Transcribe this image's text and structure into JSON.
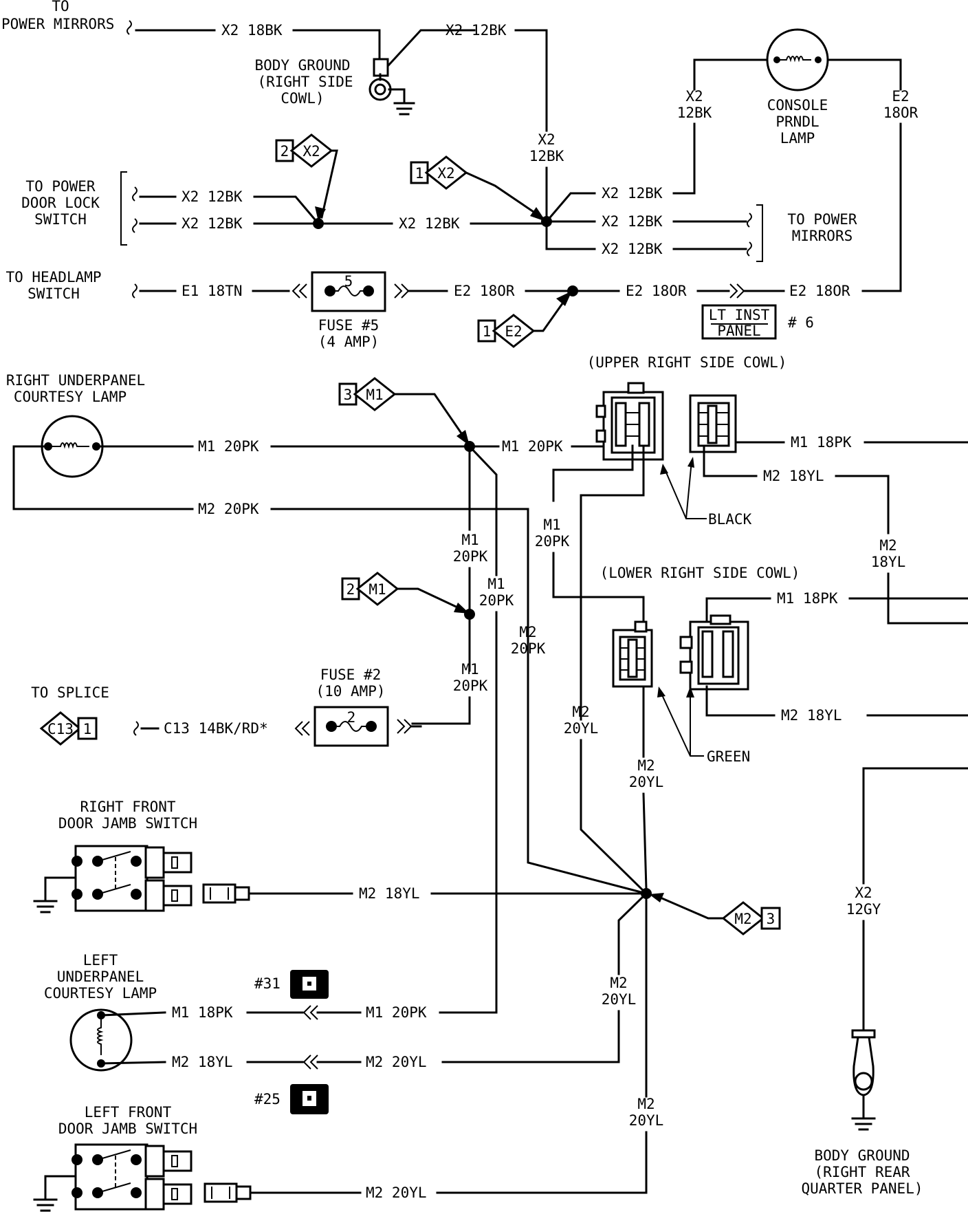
{
  "labels": {
    "to_power_mirrors_top_1": "TO",
    "to_power_mirrors_top_2": "POWER MIRRORS",
    "body_ground_1": "BODY GROUND",
    "body_ground_2": "(RIGHT SIDE",
    "body_ground_3": "COWL)",
    "console_1": "CONSOLE",
    "console_2": "PRNDL",
    "console_3": "LAMP",
    "to_pdl_1": "TO POWER",
    "to_pdl_2": "DOOR LOCK",
    "to_pdl_3": "SWITCH",
    "to_pm_right_1": "TO POWER",
    "to_pm_right_2": "MIRRORS",
    "to_headlamp_1": "TO HEADLAMP",
    "to_headlamp_2": "SWITCH",
    "fuse5_num": "5",
    "fuse5_1": "FUSE #5",
    "fuse5_2": "(4 AMP)",
    "lt_inst_1": "LT INST",
    "lt_inst_2": "PANEL",
    "lt_inst_ref": "# 6",
    "upper_cowl": "(UPPER RIGHT SIDE COWL)",
    "lower_cowl": "(LOWER RIGHT SIDE COWL)",
    "black": "BLACK",
    "green": "GREEN",
    "rul_1": "RIGHT UNDERPANEL",
    "rul_2": "COURTESY LAMP",
    "to_splice": "TO SPLICE",
    "fuse2_num": "2",
    "fuse2_1": "FUSE #2",
    "fuse2_2": "(10 AMP)",
    "rfdj_1": "RIGHT FRONT",
    "rfdj_2": "DOOR JAMB SWITCH",
    "lul_1": "LEFT",
    "lul_2": "UNDERPANEL",
    "lul_3": "COURTESY LAMP",
    "ref31": "#31",
    "ref25": "#25",
    "lfdj_1": "LEFT FRONT",
    "lfdj_2": "DOOR JAMB SWITCH",
    "bg_rear_1": "BODY GROUND",
    "bg_rear_2": "(RIGHT REAR",
    "bg_rear_3": "QUARTER PANEL)"
  },
  "wires": {
    "x2_18bk": "X2 18BK",
    "x2_12bk": "X2 12BK",
    "x2": "X2",
    "n12bk": "12BK",
    "e2": "E2",
    "n18or": "18OR",
    "e1_18tn": "E1 18TN",
    "e2_18or": "E2 18OR",
    "m1_20pk": "M1 20PK",
    "m2_20pk": "M2 20PK",
    "m1_18pk": "M1 18PK",
    "m2_18yl": "M2 18YL",
    "m1": "M1",
    "m2": "M2",
    "n20pk": "20PK",
    "n18yl": "18YL",
    "n20yl": "20YL",
    "c13": "C13 14BK/RD*",
    "m2_20yl": "M2 20YL",
    "n12gy": "12GY"
  },
  "splice_tags": {
    "x2_2": {
      "num": "2",
      "code": "X2"
    },
    "x2_1": {
      "num": "1",
      "code": "X2"
    },
    "e2_1": {
      "num": "1",
      "code": "E2"
    },
    "m1_3": {
      "num": "3",
      "code": "M1"
    },
    "m1_2": {
      "num": "2",
      "code": "M1"
    },
    "c13_1": {
      "num": "1",
      "code": "C13"
    },
    "m2_3": {
      "num": "3",
      "code": "M2"
    }
  }
}
